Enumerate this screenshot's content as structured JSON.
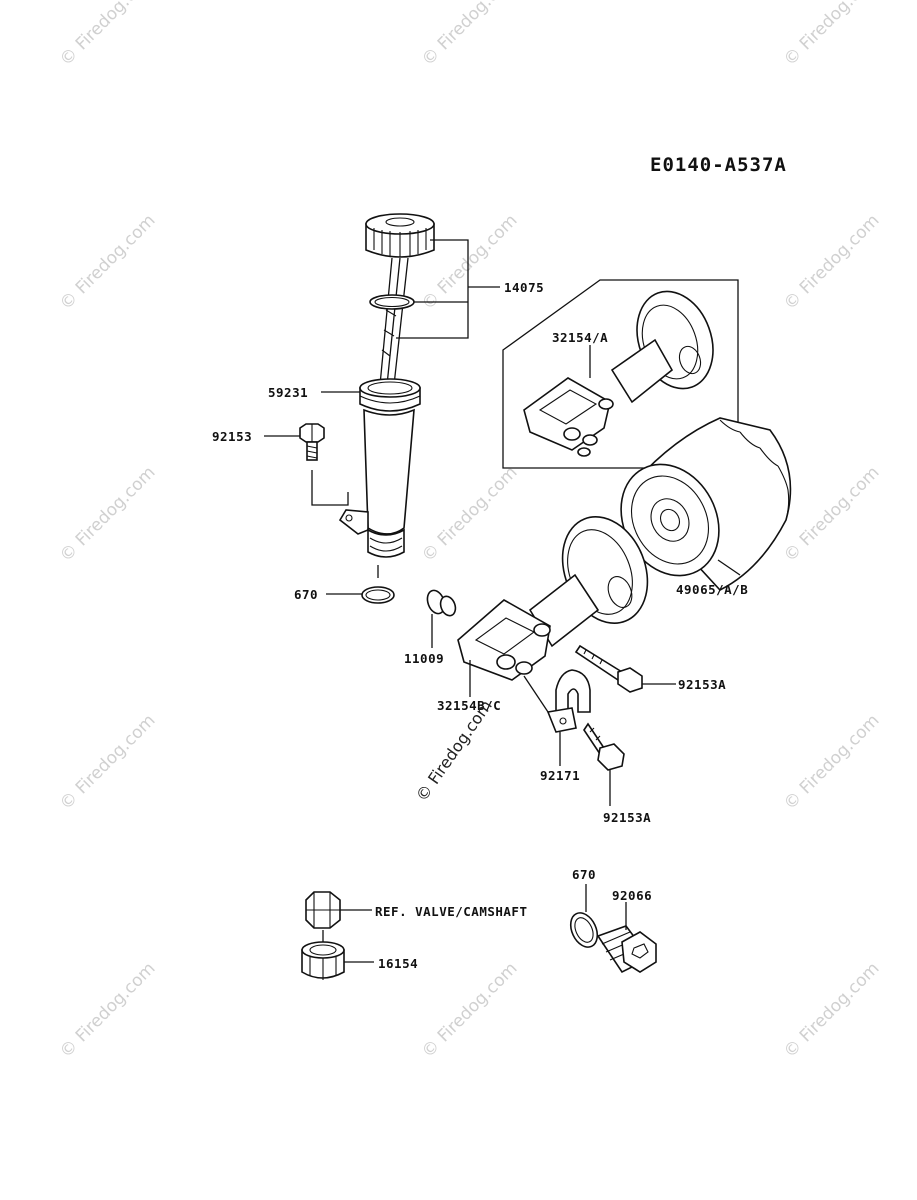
{
  "diagram_code": "E0140-A537A",
  "watermark": "© Firedog.com",
  "labels": {
    "p14075": "14075",
    "p59231": "59231",
    "p92153": "92153",
    "p670_top": "670",
    "p32154_a": "32154/A",
    "p49065": "49065/A/B",
    "p11009": "11009",
    "p32154_bc": "32154B/C",
    "p92153a_1": "92153A",
    "p92171": "92171",
    "p92153a_2": "92153A",
    "p670_bottom": "670",
    "p92066": "92066",
    "ref_valve": "REF. VALVE/CAMSHAFT",
    "p16154": "16154"
  }
}
